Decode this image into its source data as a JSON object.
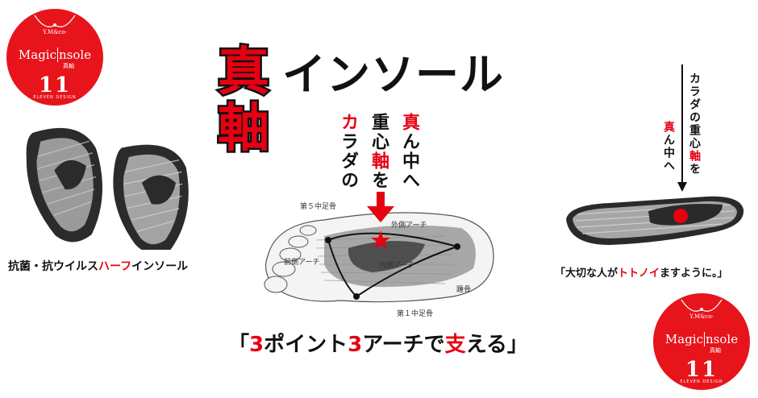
{
  "logo": {
    "maker": "Y.M&co-",
    "brand_left": "Magic",
    "brand_right": "nsole",
    "kanji": "真軸",
    "number": "11",
    "design": "ELEVEN DESIGN"
  },
  "title": {
    "shin": "真",
    "jiku": "軸",
    "rest": "インソール"
  },
  "center_vertical": {
    "col1_red": "真",
    "col1": "ん中へ",
    "col2_a": "重心",
    "col2_red": "軸",
    "col2_b": "を",
    "col3_red": "カ",
    "col3": "ラダの"
  },
  "foot_labels": {
    "fifth_metatarsal": "第５中足骨",
    "lateral_arch": "外側アーチ",
    "transverse_arch": "前側アーチ",
    "medial_arch": "内側アーチ",
    "heel": "踵骨",
    "first_metatarsal": "第１中足骨"
  },
  "bottom_caption": {
    "open": "「",
    "n1": "3",
    "t1": "ポイント",
    "n2": "3",
    "t2": "アーチで",
    "red": "支",
    "t3": "える」"
  },
  "left_caption": {
    "pre": "抗菌・抗ウイルス",
    "red": "ハーフ",
    "post": "インソール"
  },
  "right_vertical": {
    "col1_a": "カラダの重心",
    "col1_red": "軸",
    "col1_b": "を",
    "col2_red": "真",
    "col2": "ん中へ"
  },
  "right_caption": {
    "pre": "「大切な人が",
    "red": "トトノイ",
    "post": "ますように。」"
  },
  "colors": {
    "accent": "#e60012",
    "logo_bg": "#e8141c"
  }
}
